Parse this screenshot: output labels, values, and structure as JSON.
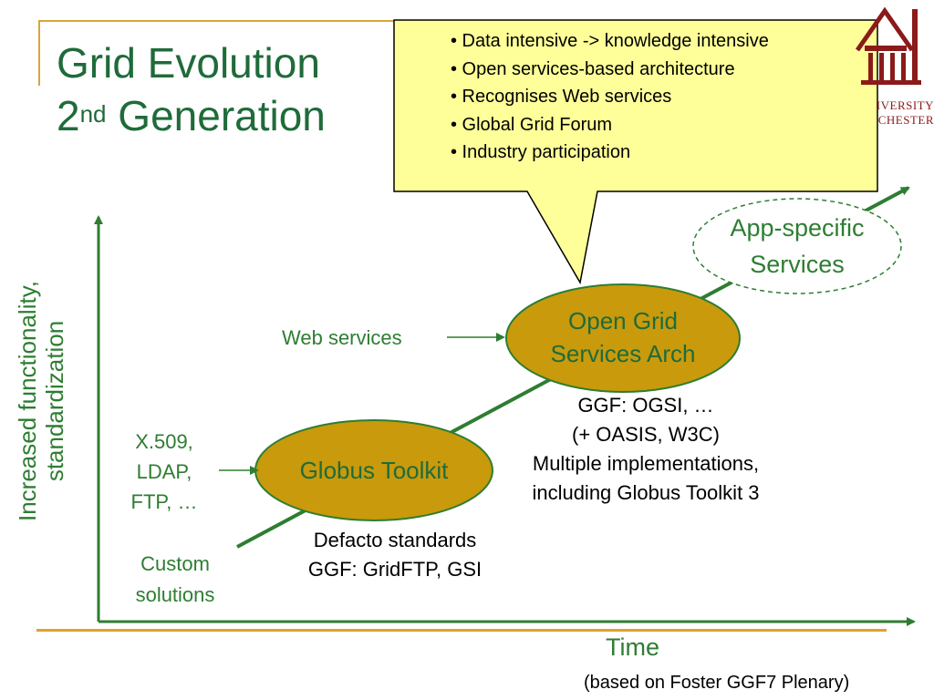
{
  "title": {
    "line1": "Grid Evolution",
    "line2_base": "2",
    "line2_sup": "nd",
    "line2_rest": " Generation"
  },
  "callout": {
    "bullets": [
      "• Data intensive -> knowledge intensive",
      "• Open services-based architecture",
      "• Recognises Web services",
      "• Global Grid Forum",
      "• Industry participation"
    ]
  },
  "logo": {
    "line1": "IVERSITY",
    "line2": "CHESTER"
  },
  "axes": {
    "y_label_line1": "Increased functionality,",
    "y_label_line2": "standardization",
    "x_label": "Time"
  },
  "nodes": {
    "app_specific_line1": "App-specific",
    "app_specific_line2": "Services",
    "ogsa_line1": "Open Grid",
    "ogsa_line2": "Services Arch",
    "globus": "Globus Toolkit"
  },
  "inputs": {
    "web_services": "Web services",
    "x509_line1": "X.509,",
    "x509_line2": "LDAP,",
    "x509_line3": "FTP, …",
    "custom_line1": "Custom",
    "custom_line2": "solutions"
  },
  "annotations": {
    "ogsi_line1": "GGF: OGSI, …",
    "ogsi_line2": "(+ OASIS, W3C)",
    "ogsi_line3": "Multiple implementations,",
    "ogsi_line4": "including Globus Toolkit 3",
    "defacto_line1": "Defacto standards",
    "defacto_line2": "GGF: GridFTP, GSI"
  },
  "source": "(based on Foster GGF7 Plenary)",
  "colors": {
    "green_text": "#2e7d32",
    "node_fill": "#c89a0c",
    "callout_fill": "#ffff99",
    "accent_line": "#e0a12f"
  }
}
